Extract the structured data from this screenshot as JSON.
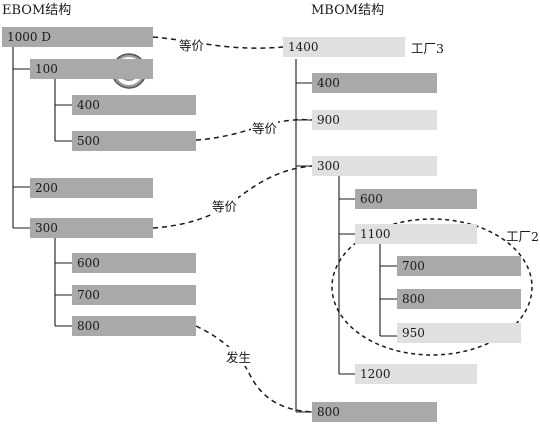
{
  "ebom": {
    "title": "EBOM结构",
    "root": "1000 D",
    "n100": "100",
    "n400": "400",
    "n500": "500",
    "n200": "200",
    "n300": "300",
    "n600": "600",
    "n700": "700",
    "n800": "800",
    "blocked_icon": "no-entry-icon"
  },
  "mbom": {
    "title": "MBOM结构",
    "root": "1400",
    "n400": "400",
    "n900": "900",
    "n300": "300",
    "n600": "600",
    "n1100": "1100",
    "n700": "700",
    "n800": "800",
    "n950": "950",
    "n1200": "1200",
    "n800b": "800"
  },
  "labels": {
    "plant3": "工厂3",
    "plant2": "工厂2",
    "equiv1": "等价",
    "equiv2": "等价",
    "equiv3": "等价",
    "occur": "发生"
  },
  "colors": {
    "dark_box": "#a9a9a9",
    "light_box": "#e0e0e0",
    "line": "#1a1a1a"
  }
}
